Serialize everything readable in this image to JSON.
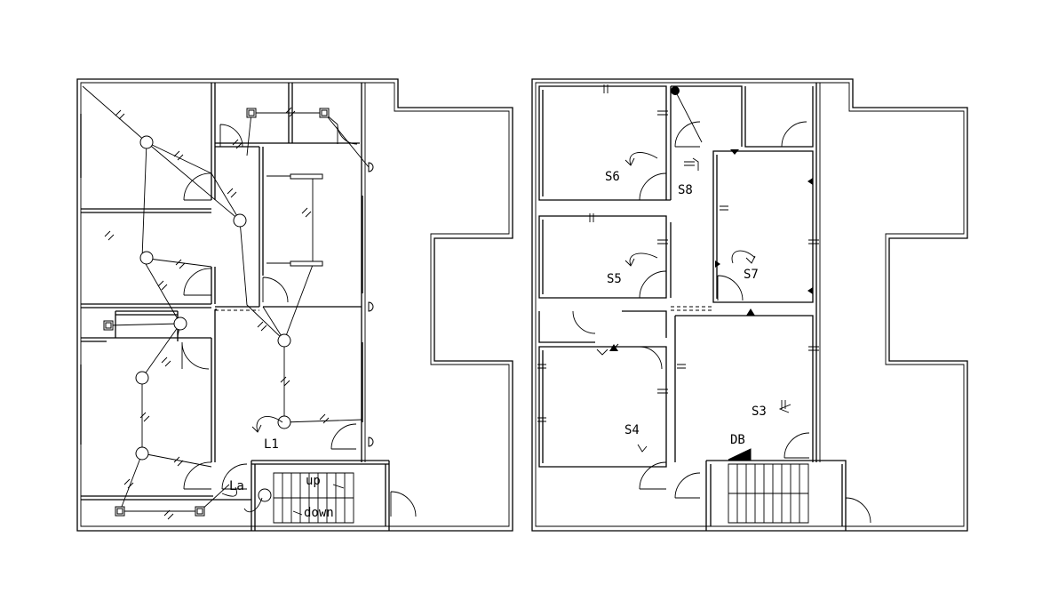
{
  "colors": {
    "background": "#ffffff",
    "line": "#000000"
  },
  "left_plan": {
    "labels": {
      "l1": "L1",
      "la": "La",
      "up": "up",
      "down": "down"
    }
  },
  "right_plan": {
    "labels": {
      "s3": "S3",
      "s4": "S4",
      "s5": "S5",
      "s6": "S6",
      "s7": "S7",
      "s8": "S8",
      "db": "DB"
    }
  }
}
